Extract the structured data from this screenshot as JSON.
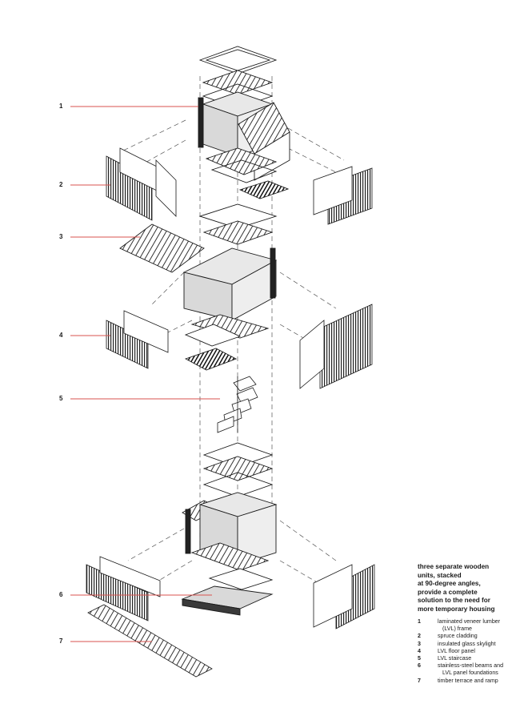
{
  "callouts": [
    {
      "number": "1"
    },
    {
      "number": "2"
    },
    {
      "number": "3"
    },
    {
      "number": "4"
    },
    {
      "number": "5"
    },
    {
      "number": "6"
    },
    {
      "number": "7"
    }
  ],
  "caption": {
    "lines": [
      "three separate wooden",
      "units, stacked",
      "at 90-degree angles,",
      "provide a complete",
      "solution to the need for",
      "more temporary housing"
    ]
  },
  "legend": [
    {
      "number": "1",
      "line1": "laminated veneer lumber",
      "line2": "(LVL) frame"
    },
    {
      "number": "2",
      "line1": "spruce cladding",
      "line2": ""
    },
    {
      "number": "3",
      "line1": "insulated glass skylight",
      "line2": ""
    },
    {
      "number": "4",
      "line1": "LVL floor panel",
      "line2": ""
    },
    {
      "number": "5",
      "line1": "LVL staircase",
      "line2": ""
    },
    {
      "number": "6",
      "line1": "stainless-steel beams and",
      "line2": "LVL panel foundations"
    },
    {
      "number": "7",
      "line1": "timber terrace and ramp",
      "line2": ""
    }
  ],
  "colors": {
    "callout_line": "#d9534f",
    "ink": "#1a1a1a",
    "fill_grey": "#d9d9d9",
    "fill_dark": "#3a3a3a"
  }
}
